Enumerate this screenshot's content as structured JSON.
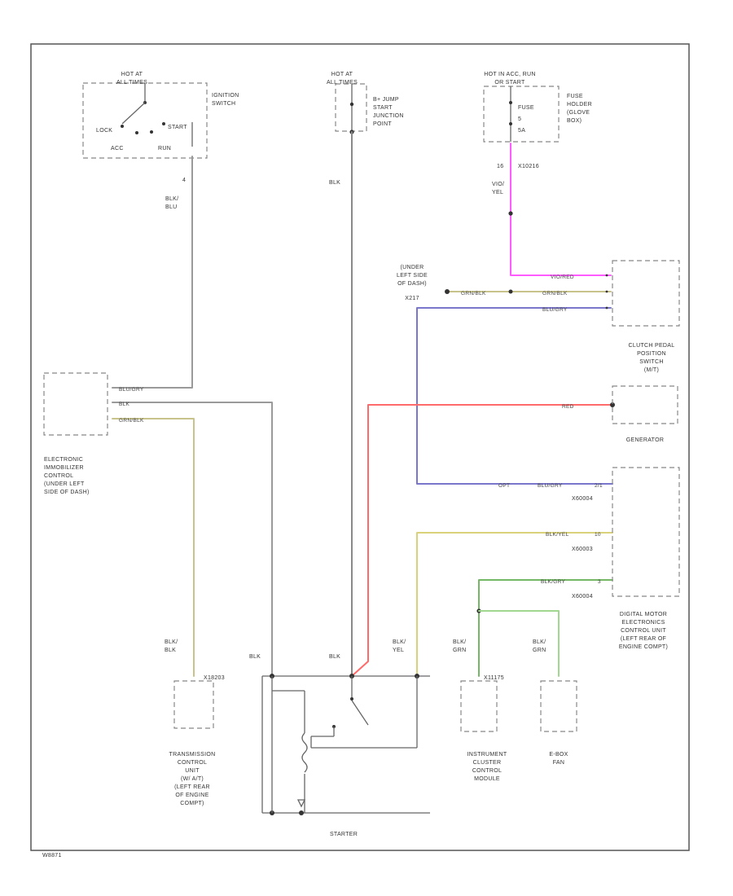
{
  "colors": {
    "gray": "#9a9a9a",
    "pink": "#ff5cff",
    "olive": "#c7c38a",
    "blue": "#7a76cc",
    "red": "#ff6b6b",
    "yellow": "#d9d27a",
    "green": "#74b866",
    "lightgreen": "#9fd88e",
    "dark": "#333333"
  },
  "labels": {
    "hot_all_times_1": "HOT AT",
    "hot_all_times_2": "ALL TIMES",
    "ign_lock": "LOCK",
    "ign_start": "START",
    "ign_acc": "ACC",
    "ign_run": "RUN",
    "ign_switch_1": "IGNITION",
    "ign_switch_2": "SWITCH",
    "ign_pin": "4",
    "ign_wire_1": "BLK/",
    "ign_wire_2": "BLU",
    "bplus_hot_1": "HOT AT",
    "bplus_hot_2": "ALL TIMES",
    "bplus_1": "B+ JUMP",
    "bplus_2": "START",
    "bplus_3": "JUNCTION",
    "bplus_4": "POINT",
    "bplus_wire": "BLK",
    "fuse_hot_1": "HOT IN ACC, RUN",
    "fuse_hot_2": "OR START",
    "fuse_1": "FUSE",
    "fuse_2": "5",
    "fuse_3": "5A",
    "fuse_holder_1": "FUSE",
    "fuse_holder_2": "HOLDER",
    "fuse_holder_3": "(GLOVE",
    "fuse_holder_4": "BOX)",
    "fuse_conn_pin": "16",
    "fuse_conn": "X10216",
    "fuse_wire_1": "VIO/",
    "fuse_wire_2": "YEL",
    "ground_1": "(UNDER",
    "ground_2": "LEFT SIDE",
    "ground_3": "OF DASH)",
    "ground_4": "X217",
    "w_viored": "VIO/RED",
    "w_grnblk_1": "GRN/BLK",
    "w_grnblk_2": "GRN/BLK",
    "w_blugry_top": "BLU/GRY",
    "clutch_1": "CLUTCH PEDAL",
    "clutch_2": "POSITION",
    "clutch_3": "SWITCH",
    "clutch_4": "(M/T)",
    "ews_w1": "BLU/GRY",
    "ews_w2": "BLK",
    "ews_w3": "GRN/BLK",
    "ews_1": "ELECTRONIC",
    "ews_2": "IMMOBILIZER",
    "ews_3": "CONTROL",
    "ews_4": "(UNDER LEFT",
    "ews_5": "SIDE OF DASH)",
    "w_red": "RED",
    "generator": "GENERATOR",
    "w_opt": "OPT",
    "w_blugry_dme": "BLU/GRY",
    "dme_pin_1": "2/1",
    "dme_conn_1": "X60004",
    "w_blkyel_dme": "BLK/YEL",
    "dme_pin_2": "10",
    "dme_conn_2": "X60003",
    "w_blkgry_dme": "BLK/GRY",
    "dme_pin_3": "3",
    "dme_conn_3": "X60004",
    "dme_1": "DIGITAL MOTOR",
    "dme_2": "ELECTRONICS",
    "dme_3": "CONTROL UNIT",
    "dme_4": "(LEFT REAR OF",
    "dme_5": "ENGINE COMPT)",
    "tcu_wire_1": "BLK/",
    "tcu_wire_2": "BLK",
    "tcu_conn": "X18203",
    "tcu_1": "TRANSMISSION",
    "tcu_2": "CONTROL",
    "tcu_3": "UNIT",
    "tcu_4": "(W/ A/T)",
    "tcu_5": "(LEFT REAR",
    "tcu_6": "OF ENGINE",
    "tcu_7": "COMPT)",
    "st_w1": "BLK",
    "st_w2": "BLK",
    "st_w3_1": "BLK/",
    "st_w3_2": "YEL",
    "starter": "STARTER",
    "ic_wire_1": "BLK/",
    "ic_wire_2": "GRN",
    "ic_conn": "X11175",
    "ic_1": "INSTRUMENT",
    "ic_2": "CLUSTER",
    "ic_3": "CONTROL",
    "ic_4": "MODULE",
    "ebox_wire_1": "BLK/",
    "ebox_wire_2": "GRN",
    "ebox_1": "E-BOX",
    "ebox_2": "FAN",
    "footer": "W8871"
  }
}
